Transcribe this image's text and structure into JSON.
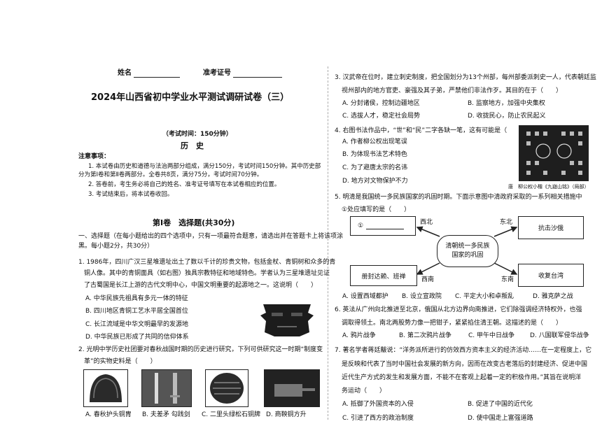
{
  "left": {
    "name_label": "姓名",
    "exam_no_label": "准考证号",
    "title": "2024年山西省初中学业水平测试调研试卷（三）",
    "time_note": "（考试时间：150分钟）",
    "subject": "历　史",
    "notes_heading": "注意事项：",
    "notes": [
      "1. 本试卷由历史和道德与法治两部分组成，满分150分，考试时间150分钟。其中历史部",
      "分为第Ⅰ卷和第Ⅱ卷两部分。全卷共8页，满分75分，考试时间70分钟。",
      "2. 答卷前，考生务必将自己的姓名、准考证号填写在本试卷相应的位置。",
      "3. 考试结束后，将本试卷收回。"
    ],
    "section_title": "第Ⅰ卷　选择题(共30分)",
    "section_intro": [
      "一、选择题（在每小题给出的四个选项中，只有一项最符合题意，请选出并在答题卡上将该项涂",
      "黑。每小题2分，共30分）"
    ],
    "q1": [
      "1. 1986年，四川广汉三星堆遗址出土了数以千计的珍贵文物，包括金杖、青铜树和众多的青",
      "铜人像。其中的青铜面具（如右图）独具宗教特征和地域特色。学者认为三星堆遗址见证",
      "了古蜀国是长江上游的古代文明中心，中国文明重要的起源地之一。这说明（　　）"
    ],
    "q1_options": [
      "A. 中华民族先祖具有多元一体的特征",
      "B. 四川地区青铜工艺水平居全国首位",
      "C. 长江流域是中华文明最早的发源地",
      "D. 中华民族已形成了共同的信仰体系"
    ],
    "q2": [
      "2. 光明中学历史社团要对春秋战国时期的历史进行研究，下列可供研究这一时期“制度变",
      "革”的实物史料是（　　）"
    ],
    "q2_captions": [
      "A. 春秋护头铜胄",
      "B. 夫差矛 勾践剑",
      "C. 二里头绿松石铜牌",
      "D. 商鞅铜方升"
    ]
  },
  "right": {
    "q3": [
      "3. 汉武帝在位时，建立刺史制度，把全国划分为13个州部，每州部委派刺史一人，代表朝廷监",
      "视州部内的地方官吏、豪强及其子弟，严禁他们非法作歹。其目的在于（　　）"
    ],
    "q3_options": [
      "A. 分封诸侯，控制边疆地区",
      "B. 监察地方，加强中央集权",
      "C. 选拔人才，稳定社会局势",
      "D. 收拢民心，防止农民起义"
    ],
    "q4": "4. 右图书法作品中，“世”和“民”二字各缺一笔，这有可能是（　　）",
    "q4_options": [
      "A. 作者柳公权出现笔误",
      "B. 为体现书法艺术特色",
      "C. 为了避唐太宗的名讳",
      "D. 地方对文物保护不力"
    ],
    "q4_caption": "唐　柳公权小楷《九嶷山铭》（局部）",
    "q5": [
      "5. 明清是我国统一多民族国家的巩固时期。下面示意图中清政府采取的一系列相关措施中",
      "①处应填写的是（　　）"
    ],
    "diagram": {
      "center": [
        "清朝统一多民族",
        "国家的巩固"
      ],
      "box1_marker": "①",
      "northwest": "西北",
      "northeast": "东北",
      "southwest": "西南",
      "southeast": "东南",
      "top_right": "抗击沙俄",
      "bottom_left": "册封达赖、班禅",
      "bottom_right": "收复台湾"
    },
    "q5_options": [
      "A. 设置西域都护",
      "B. 设立宣政院",
      "C. 平定大小和卓叛乱",
      "D. 雅克萨之战"
    ],
    "q6": [
      "6. 英法从广州向北推进至北京，俄国从北方边界向南推进，它们除强调经济特权外，也强",
      "调取得领土。南北两股势力像一把钳子，紧紧掐住清王朝。这描述的是（　　）"
    ],
    "q6_options": [
      "A. 鸦片战争",
      "B. 第二次鸦片战争",
      "C. 甲午中日战争",
      "D. 八国联军侵华战争"
    ],
    "q7": [
      "7. 著名学者蒋廷黻说：“洋务派所进行的仿效西方资本主义的经济活动……在一定程度上，它",
      "是反映和代表了当时中国社会发展的新方向，因而在改变古老落后的封建经济、促进中国",
      "近代生产方式的发生和发展方面，不能不在客观上起着一定的积极作用。”其旨在说明洋",
      "务运动（　　）"
    ],
    "q7_options": [
      "A. 抵御了外国资本的入侵",
      "B. 促进了中国的近代化",
      "C. 引进了西方的政治制度",
      "D. 使中国走上富强道路"
    ]
  }
}
